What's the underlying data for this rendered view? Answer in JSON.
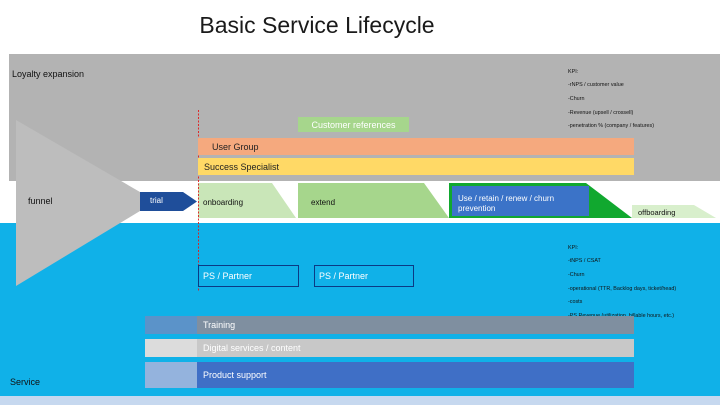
{
  "title": "Basic Service Lifecycle",
  "bands": {
    "loyalty_label": "Loyalty expansion",
    "service_label": "Service"
  },
  "kpi_loyalty": {
    "heading": "KPI:",
    "items": [
      "-rNPS / customer value",
      "-Churn",
      "-Revenue (upsell / crossell)",
      "-penetration % (company / features)"
    ]
  },
  "kpi_service": {
    "heading": "KPI:",
    "items": [
      "-tNPS / CSAT",
      "-Churn",
      "-operational (TTR, Backlog days, ticket/head)",
      "-costs",
      "-PS Revenue (utilization, billable hours, etc.)"
    ]
  },
  "funnel_label": "funnel",
  "lifecycle": {
    "trial": "trial",
    "onboarding": "onboarding",
    "extend": "extend",
    "retain": "Use / retain / renew / churn prevention",
    "offboarding": "offboarding"
  },
  "loyalty_bars": {
    "customer_references": "Customer references",
    "user_group": "User Group",
    "success_specialist": "Success Specialist"
  },
  "ps_partner": [
    "PS / Partner",
    "PS / Partner"
  ],
  "service_bars": {
    "training": "Training",
    "digital_services": "Digital services / content",
    "product_support": "Product support"
  },
  "colors": {
    "loyalty_band": "#b3b3b3",
    "service_band": "#10b1e8",
    "trial": "#1f4e9a",
    "onboarding": "#c9e6b8",
    "extend": "#a6d68c",
    "retain_fill": "#3b73c8",
    "retain_bg": "#11a82f",
    "customer_references": "#a6d68c",
    "user_group": "#f5a97e",
    "success_specialist": "#ffd966",
    "training": "#7f8fa0",
    "digital_services": "#c8c8c8",
    "product_support": "#3f6fc6"
  }
}
